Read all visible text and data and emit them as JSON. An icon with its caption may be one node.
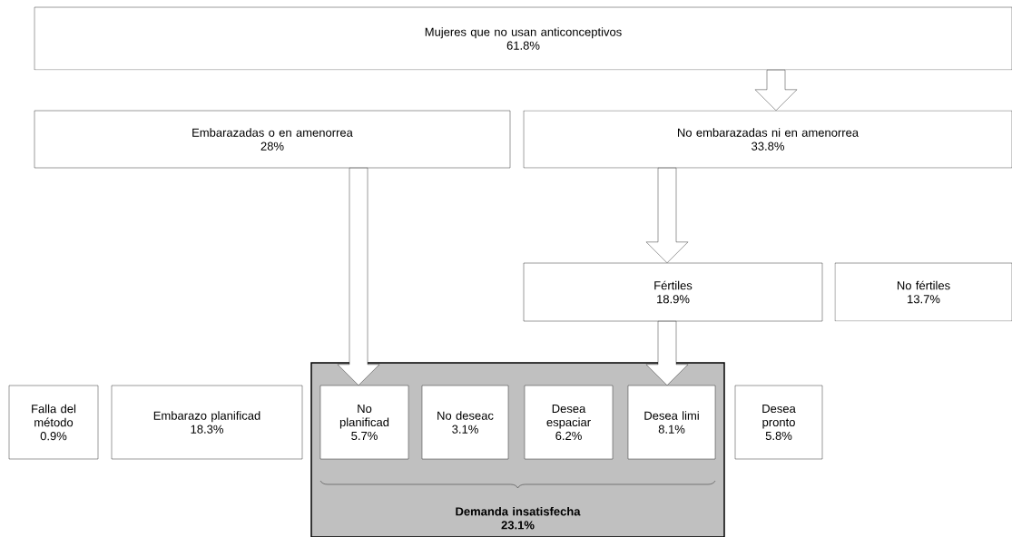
{
  "diagram": {
    "nodes": [
      {
        "text": [
          "Mujeres que no usan anticonceptivos",
          "61.8%"
        ]
      },
      {
        "text": [
          "Embarazadas o en amenorrea",
          "28%"
        ]
      },
      {
        "text": [
          "No embarazadas ni en amenorrea",
          "33.8%"
        ]
      },
      {
        "text": [
          "Fértiles",
          "18.9%"
        ]
      },
      {
        "text": [
          "No fértiles",
          "13.7%"
        ]
      },
      {
        "text": [
          "Demanda insatisfecha",
          "23.1%"
        ]
      },
      {
        "text": [
          "Falla del método",
          "0.9%"
        ]
      },
      {
        "text": [
          "Embarazo planificad",
          "18.3%"
        ]
      },
      {
        "text": [
          "No planificad",
          "5.7%"
        ],
        "in": 5
      },
      {
        "text": [
          "No deseac",
          "3.1%"
        ],
        "in": 5
      },
      {
        "text": [
          "Desea espaciar",
          "6.2%"
        ],
        "in": 5
      },
      {
        "text": [
          "Desea limi",
          "8.1%"
        ],
        "in": 5
      },
      {
        "text": [
          "Desea pronto",
          "5.8%"
        ]
      }
    ],
    "edges": [
      {
        "from": 0,
        "to": 2,
        "arrow": "to"
      },
      {
        "from": 1,
        "to": 8,
        "arrow": "to"
      },
      {
        "from": 2,
        "to": 3,
        "arrow": "to"
      },
      {
        "from": 3,
        "to": 11,
        "arrow": "to"
      }
    ]
  }
}
